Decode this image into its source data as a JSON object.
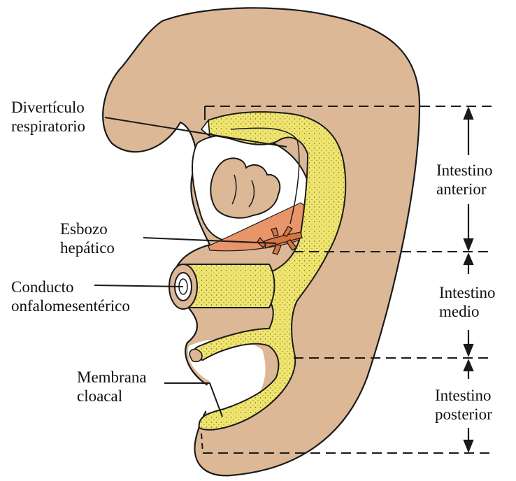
{
  "labels": {
    "diverticulo_respiratorio": [
      "Divertículo",
      "respiratorio"
    ],
    "esbozo_hepatico": [
      "Esbozo",
      "hepático"
    ],
    "conducto_onfalomesenterico": [
      "Conducto",
      "onfalomesentérico"
    ],
    "membrana_cloacal": [
      "Membrana",
      "cloacal"
    ],
    "intestino_anterior": [
      "Intestino",
      "anterior"
    ],
    "intestino_medio": [
      "Intestino",
      "medio"
    ],
    "intestino_posterior": [
      "Intestino",
      "posterior"
    ]
  },
  "colors": {
    "embryo_body": "#dcb896",
    "gut_tube": "#eee46e",
    "gut_stipple": "#6b6422",
    "liver_bud": "#d9733f",
    "liver_region": "#e9956a",
    "outline": "#1a1a1a"
  }
}
